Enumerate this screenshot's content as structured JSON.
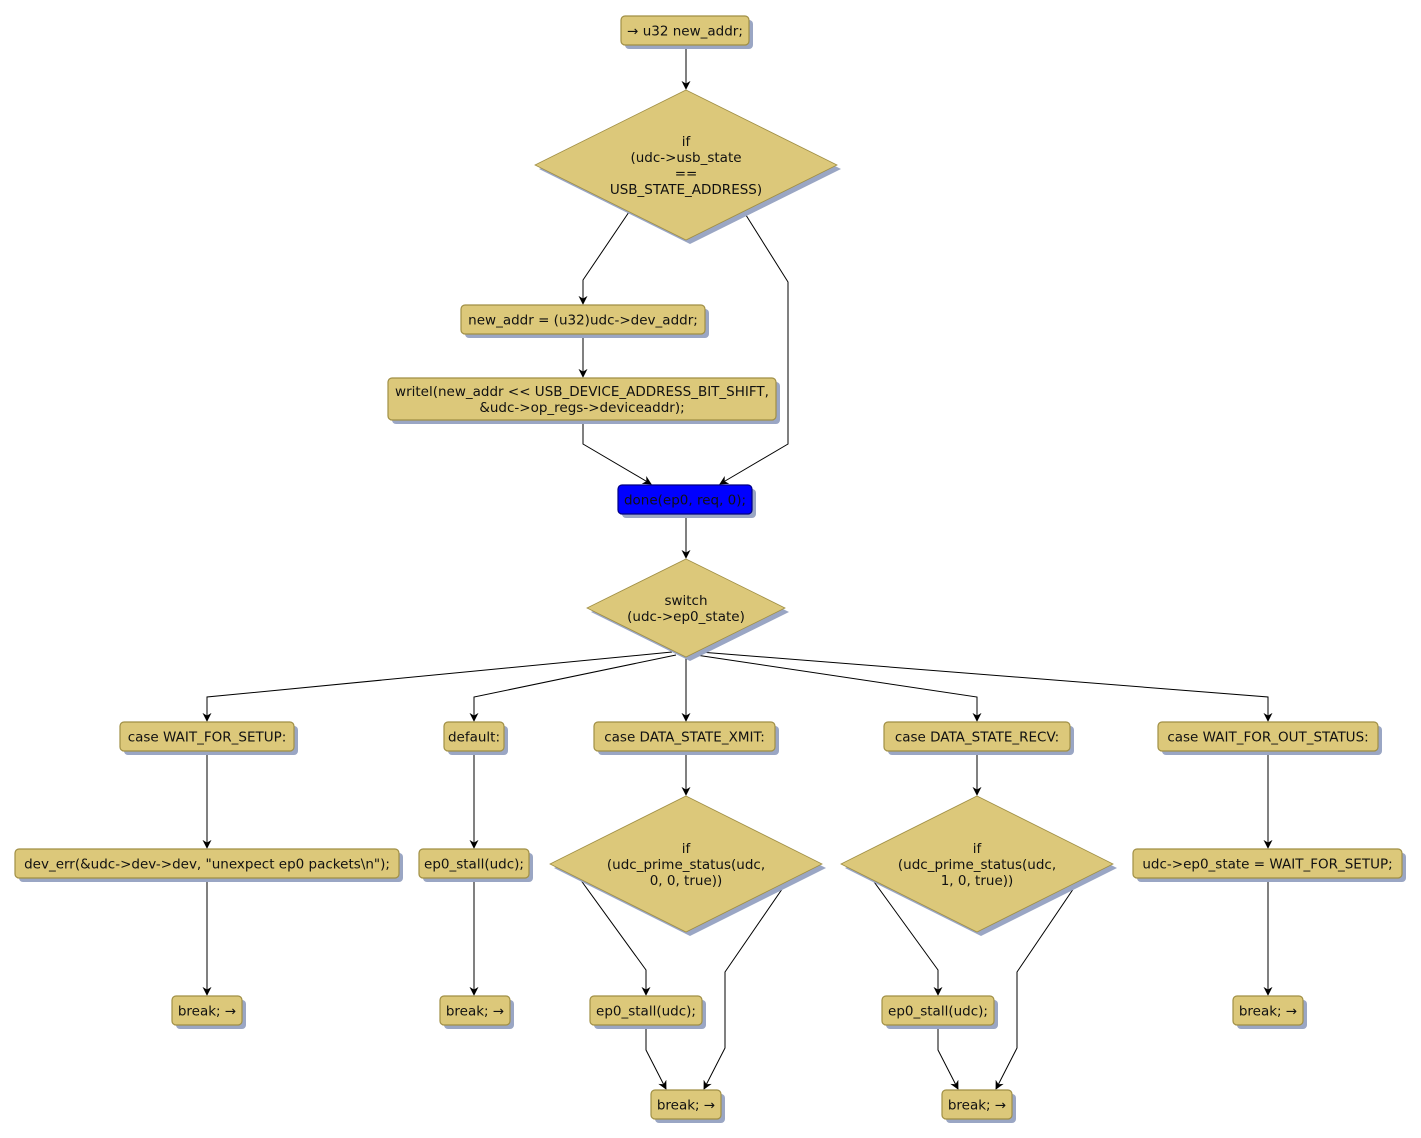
{
  "colors": {
    "node_fill": "#dcc87a",
    "node_stroke": "#a08f45",
    "shadow": "#9aa6c4",
    "highlight_fill": "#0000ff",
    "highlight_stroke": "#000080",
    "edge": "#000000"
  },
  "nodes": [
    {
      "id": "start",
      "shape": "box",
      "lines": [
        "→ u32 new_addr;"
      ]
    },
    {
      "id": "if_usb_state",
      "shape": "diamond",
      "lines": [
        "if",
        "(udc->usb_state",
        "==",
        "USB_STATE_ADDRESS)"
      ]
    },
    {
      "id": "assign_new_addr",
      "shape": "box",
      "lines": [
        "new_addr = (u32)udc->dev_addr;"
      ]
    },
    {
      "id": "writel",
      "shape": "box",
      "lines": [
        "writel(new_addr << USB_DEVICE_ADDRESS_BIT_SHIFT,",
        "&udc->op_regs->deviceaddr);"
      ]
    },
    {
      "id": "done",
      "shape": "box",
      "highlight": true,
      "lines": [
        "done(ep0, req, 0);"
      ]
    },
    {
      "id": "switch_ep0_state",
      "shape": "diamond",
      "lines": [
        "switch",
        "(udc->ep0_state)"
      ]
    },
    {
      "id": "case_wait_for_setup",
      "shape": "box",
      "lines": [
        "case WAIT_FOR_SETUP:"
      ]
    },
    {
      "id": "case_default",
      "shape": "box",
      "lines": [
        "default:"
      ]
    },
    {
      "id": "case_data_state_xmit",
      "shape": "box",
      "lines": [
        "case DATA_STATE_XMIT:"
      ]
    },
    {
      "id": "case_data_state_recv",
      "shape": "box",
      "lines": [
        "case DATA_STATE_RECV:"
      ]
    },
    {
      "id": "case_wait_for_out_status",
      "shape": "box",
      "lines": [
        "case WAIT_FOR_OUT_STATUS:"
      ]
    },
    {
      "id": "dev_err",
      "shape": "box",
      "lines": [
        "dev_err(&udc->dev->dev, \"unexpect ep0 packets\\n\");"
      ]
    },
    {
      "id": "stall_default",
      "shape": "box",
      "lines": [
        "ep0_stall(udc);"
      ]
    },
    {
      "id": "if_prime_xmit",
      "shape": "diamond",
      "lines": [
        "if",
        "(udc_prime_status(udc,",
        "0, 0, true))"
      ]
    },
    {
      "id": "if_prime_recv",
      "shape": "diamond",
      "lines": [
        "if",
        "(udc_prime_status(udc,",
        "1, 0, true))"
      ]
    },
    {
      "id": "set_wait_for_setup",
      "shape": "box",
      "lines": [
        "udc->ep0_state = WAIT_FOR_SETUP;"
      ]
    },
    {
      "id": "break_setup",
      "shape": "box",
      "lines": [
        "break; →"
      ]
    },
    {
      "id": "break_default",
      "shape": "box",
      "lines": [
        "break; →"
      ]
    },
    {
      "id": "stall_xmit",
      "shape": "box",
      "lines": [
        "ep0_stall(udc);"
      ]
    },
    {
      "id": "stall_recv",
      "shape": "box",
      "lines": [
        "ep0_stall(udc);"
      ]
    },
    {
      "id": "break_out_status",
      "shape": "box",
      "lines": [
        "break; →"
      ]
    },
    {
      "id": "break_xmit",
      "shape": "box",
      "lines": [
        "break; →"
      ]
    },
    {
      "id": "break_recv",
      "shape": "box",
      "lines": [
        "break; →"
      ]
    }
  ],
  "edges": [
    {
      "from": "start",
      "to": "if_usb_state"
    },
    {
      "from": "if_usb_state",
      "to": "assign_new_addr"
    },
    {
      "from": "if_usb_state",
      "to": "done"
    },
    {
      "from": "assign_new_addr",
      "to": "writel"
    },
    {
      "from": "writel",
      "to": "done"
    },
    {
      "from": "done",
      "to": "switch_ep0_state"
    },
    {
      "from": "switch_ep0_state",
      "to": "case_wait_for_setup"
    },
    {
      "from": "switch_ep0_state",
      "to": "case_default"
    },
    {
      "from": "switch_ep0_state",
      "to": "case_data_state_xmit"
    },
    {
      "from": "switch_ep0_state",
      "to": "case_data_state_recv"
    },
    {
      "from": "switch_ep0_state",
      "to": "case_wait_for_out_status"
    },
    {
      "from": "case_wait_for_setup",
      "to": "dev_err"
    },
    {
      "from": "case_default",
      "to": "stall_default"
    },
    {
      "from": "case_data_state_xmit",
      "to": "if_prime_xmit"
    },
    {
      "from": "case_data_state_recv",
      "to": "if_prime_recv"
    },
    {
      "from": "case_wait_for_out_status",
      "to": "set_wait_for_setup"
    },
    {
      "from": "dev_err",
      "to": "break_setup"
    },
    {
      "from": "stall_default",
      "to": "break_default"
    },
    {
      "from": "if_prime_xmit",
      "to": "stall_xmit"
    },
    {
      "from": "if_prime_xmit",
      "to": "break_xmit"
    },
    {
      "from": "if_prime_recv",
      "to": "stall_recv"
    },
    {
      "from": "if_prime_recv",
      "to": "break_recv"
    },
    {
      "from": "set_wait_for_setup",
      "to": "break_out_status"
    },
    {
      "from": "stall_xmit",
      "to": "break_xmit"
    },
    {
      "from": "stall_recv",
      "to": "break_recv"
    }
  ]
}
